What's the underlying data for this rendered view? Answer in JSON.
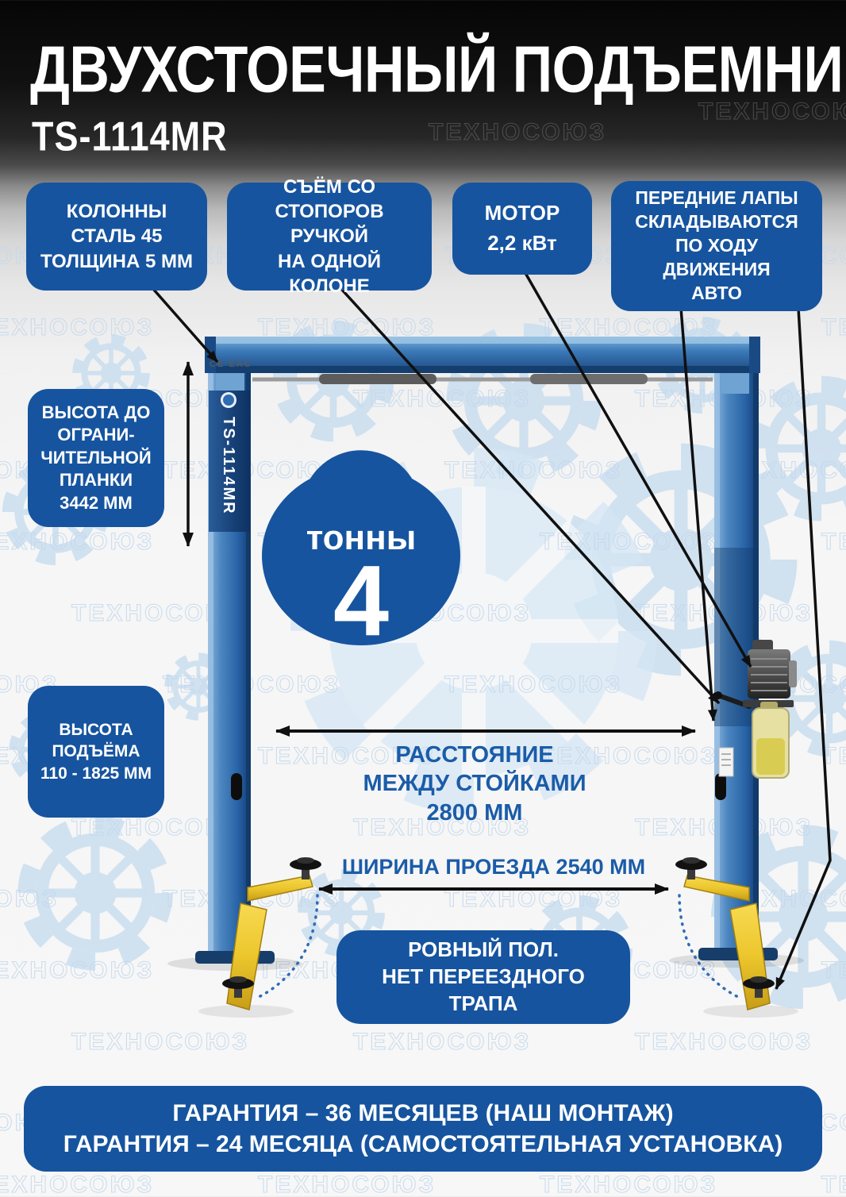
{
  "header": {
    "title": "ДВУХСТОЕЧНЫЙ ПОДЪЕМНИК",
    "model": "TS-1114MR"
  },
  "callouts": {
    "columns_steel": "КОЛОННЫ\nСТАЛЬ 45\nТОЛЩИНА 5 ММ",
    "lock_release": "СЪЁМ СО\nСТОПОРОВ РУЧКОЙ\nНА ОДНОЙ КОЛОНЕ",
    "motor": "МОТОР\n2,2 кВт",
    "front_arms": "ПЕРЕДНИЕ ЛАПЫ\nСКЛАДЫВАЮТСЯ\nПО ХОДУ ДВИЖЕНИЯ\nАВТО",
    "height_to_bar": "ВЫСОТА ДО\nОГРАНИ-\nЧИТЕЛЬНОЙ\nПЛАНКИ\n3442 ММ",
    "lift_height": "ВЫСОТА\nПОДЪЁМА\n110 - 1825 ММ",
    "flat_floor": "РОВНЫЙ ПОЛ.\nНЕТ ПЕРЕЕЗДНОГО ТРАПА"
  },
  "capacity": {
    "label": "тонны",
    "value": "4"
  },
  "dimensions": {
    "between_posts": "РАССТОЯНИЕ\nМЕЖДУ СТОЙКАМИ\n2800 ММ",
    "drive_through": "ШИРИНА ПРОЕЗДА 2540 ММ"
  },
  "lift": {
    "column_model": "TS-1114MR",
    "cert_marks": "CE  EAC"
  },
  "warranty": {
    "line1": "ГАРАНТИЯ – 36 МЕСЯЦЕВ (НАШ МОНТАЖ)",
    "line2": "ГАРАНТИЯ – 24 МЕСЯЦА (САМОСТОЯТЕЛЬНАЯ УСТАНОВКА)"
  },
  "watermark": {
    "text": "ТЕХНОСОЮЗ"
  },
  "colors": {
    "accent_blue": "#16549f",
    "label_blue": "#1b5ca8",
    "watermark_blue": "#c9ddef"
  }
}
